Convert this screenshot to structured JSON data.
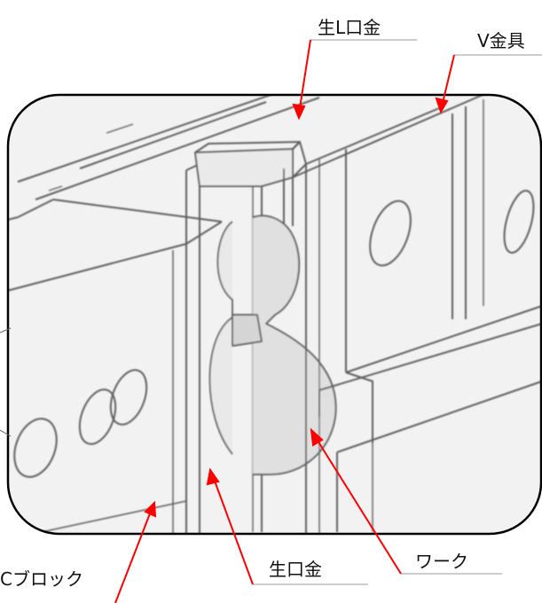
{
  "labels": {
    "nama_l_kuchigane": "生L口金",
    "v_kanagu": "V金具",
    "nama_kuchigane": "生口金",
    "work": "ワーク",
    "c_block": "大Cブロック"
  },
  "colors": {
    "leader": "#ff0000",
    "outline": "#000000",
    "linework": "#4a4a4a",
    "background": "#f1f1f1"
  }
}
